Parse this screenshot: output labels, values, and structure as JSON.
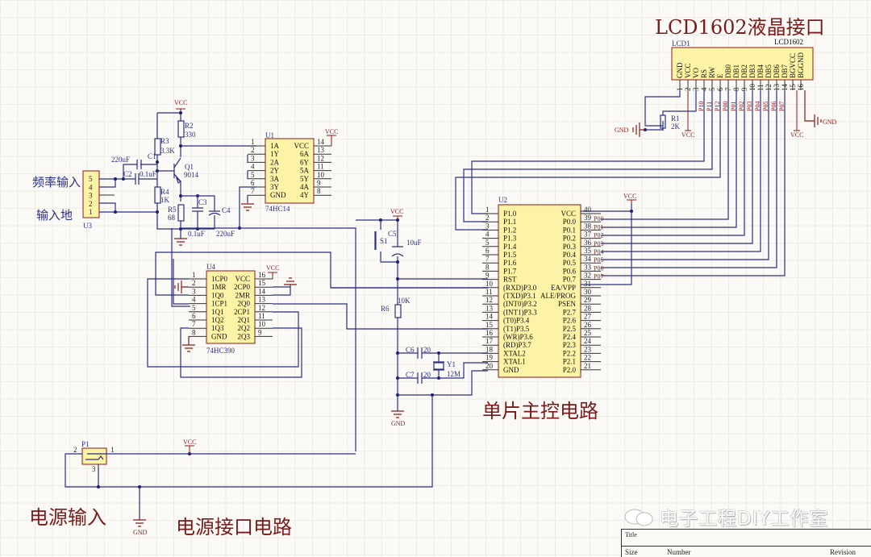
{
  "labels": {
    "lcd_title": "LCD1602液晶接口",
    "mcu_title": "单片主控电路",
    "power_input": "电源输入",
    "power_circuit": "电源接口电路",
    "freq_input": "频率输入",
    "input_ground": "输入地",
    "watermark": "电子工程DIY工作室"
  },
  "power": {
    "vcc": "VCC",
    "gnd": "GND"
  },
  "lcd": {
    "designator": "LCD1",
    "comment": "LCD1602",
    "pins": [
      {
        "num": "1",
        "name": "GND"
      },
      {
        "num": "2",
        "name": "VCC"
      },
      {
        "num": "3",
        "name": "VO"
      },
      {
        "num": "4",
        "name": "RS"
      },
      {
        "num": "5",
        "name": "RW"
      },
      {
        "num": "6",
        "name": "E"
      },
      {
        "num": "7",
        "name": "DB0"
      },
      {
        "num": "8",
        "name": "DB1"
      },
      {
        "num": "9",
        "name": "DB2"
      },
      {
        "num": "10",
        "name": "DB3"
      },
      {
        "num": "11",
        "name": "DB4"
      },
      {
        "num": "12",
        "name": "DB5"
      },
      {
        "num": "13",
        "name": "DB6"
      },
      {
        "num": "14",
        "name": "DB7"
      },
      {
        "num": "15",
        "name": "BGVCC"
      },
      {
        "num": "16",
        "name": "BGGND"
      }
    ],
    "nets": [
      "P10",
      "P11",
      "P12",
      "P00",
      "P01",
      "P02",
      "P03",
      "P04",
      "P05",
      "P06",
      "P07"
    ],
    "r1": {
      "designator": "R1",
      "value": "2K"
    }
  },
  "u1": {
    "designator": "U1",
    "part": "74HC14",
    "left": [
      {
        "num": "1",
        "name": "1A"
      },
      {
        "num": "2",
        "name": "1Y"
      },
      {
        "num": "3",
        "name": "2A"
      },
      {
        "num": "4",
        "name": "2Y"
      },
      {
        "num": "5",
        "name": "3A"
      },
      {
        "num": "6",
        "name": "3Y"
      },
      {
        "num": "7",
        "name": "GND"
      }
    ],
    "right": [
      {
        "num": "14",
        "name": "VCC"
      },
      {
        "num": "13",
        "name": "6A"
      },
      {
        "num": "12",
        "name": "6Y"
      },
      {
        "num": "11",
        "name": "5A"
      },
      {
        "num": "10",
        "name": "5Y"
      },
      {
        "num": "9",
        "name": "4A"
      },
      {
        "num": "8",
        "name": "4Y"
      }
    ]
  },
  "u4": {
    "designator": "U4",
    "part": "74HC390",
    "left": [
      {
        "num": "1",
        "name": "1CP0"
      },
      {
        "num": "2",
        "name": "1MR"
      },
      {
        "num": "3",
        "name": "1Q0"
      },
      {
        "num": "4",
        "name": "1CP1"
      },
      {
        "num": "5",
        "name": "1Q1"
      },
      {
        "num": "6",
        "name": "1Q2"
      },
      {
        "num": "7",
        "name": "1Q3"
      },
      {
        "num": "8",
        "name": "GND"
      }
    ],
    "right": [
      {
        "num": "16",
        "name": "VCC"
      },
      {
        "num": "15",
        "name": "2CP0"
      },
      {
        "num": "14",
        "name": "2MR"
      },
      {
        "num": "13",
        "name": "2Q0"
      },
      {
        "num": "12",
        "name": "2CP1"
      },
      {
        "num": "11",
        "name": "2Q1"
      },
      {
        "num": "10",
        "name": "2Q2"
      },
      {
        "num": "9",
        "name": "2Q3"
      }
    ]
  },
  "u2": {
    "designator": "U2",
    "left": [
      {
        "num": "1",
        "name": "P1.0"
      },
      {
        "num": "2",
        "name": "P1.1"
      },
      {
        "num": "3",
        "name": "P1.2"
      },
      {
        "num": "4",
        "name": "P1.3"
      },
      {
        "num": "5",
        "name": "P1.4"
      },
      {
        "num": "6",
        "name": "P1.5"
      },
      {
        "num": "7",
        "name": "P1.6"
      },
      {
        "num": "8",
        "name": "P1.7"
      },
      {
        "num": "9",
        "name": "RST"
      },
      {
        "num": "10",
        "name": "(RXD)P3.0"
      },
      {
        "num": "11",
        "name": "(TXD)P3.1"
      },
      {
        "num": "12",
        "name": "(INT0)P3.2"
      },
      {
        "num": "13",
        "name": "(INT1)P3.3"
      },
      {
        "num": "14",
        "name": "(T0)P3.4"
      },
      {
        "num": "15",
        "name": "(T1)P3.5"
      },
      {
        "num": "16",
        "name": "(WR)P3.6"
      },
      {
        "num": "17",
        "name": "(RD)P3.7"
      },
      {
        "num": "18",
        "name": "XTAL2"
      },
      {
        "num": "19",
        "name": "XTAL1"
      },
      {
        "num": "20",
        "name": "GND"
      }
    ],
    "right": [
      {
        "num": "40",
        "name": "VCC",
        "net": ""
      },
      {
        "num": "39",
        "name": "P0.0",
        "net": "P00"
      },
      {
        "num": "38",
        "name": "P0.1",
        "net": "P01"
      },
      {
        "num": "37",
        "name": "P0.2",
        "net": "P02"
      },
      {
        "num": "36",
        "name": "P0.3",
        "net": "P03"
      },
      {
        "num": "35",
        "name": "P0.4",
        "net": "P04"
      },
      {
        "num": "34",
        "name": "P0.5",
        "net": "P05"
      },
      {
        "num": "33",
        "name": "P0.6",
        "net": "P06"
      },
      {
        "num": "32",
        "name": "P0.7",
        "net": "P07"
      },
      {
        "num": "31",
        "name": "EA/VPP",
        "net": ""
      },
      {
        "num": "30",
        "name": "ALE/PROG",
        "net": ""
      },
      {
        "num": "29",
        "name": "PSEN",
        "net": ""
      },
      {
        "num": "28",
        "name": "P2.7",
        "net": ""
      },
      {
        "num": "27",
        "name": "P2.6",
        "net": ""
      },
      {
        "num": "26",
        "name": "P2.5",
        "net": ""
      },
      {
        "num": "25",
        "name": "P2.4",
        "net": ""
      },
      {
        "num": "24",
        "name": "P2.3",
        "net": ""
      },
      {
        "num": "23",
        "name": "P2.2",
        "net": ""
      },
      {
        "num": "22",
        "name": "P2.1",
        "net": ""
      },
      {
        "num": "21",
        "name": "P2.0",
        "net": ""
      }
    ]
  },
  "u3": {
    "designator": "U3",
    "pins": [
      "5",
      "4",
      "3",
      "2",
      "1"
    ]
  },
  "components": {
    "r2": {
      "designator": "R2",
      "value": "330"
    },
    "r3": {
      "designator": "R3",
      "value": "3.3K"
    },
    "r4": {
      "designator": "R4",
      "value": "1K"
    },
    "r5": {
      "designator": "R5",
      "value": "68"
    },
    "r6": {
      "designator": "R6",
      "value": "10K"
    },
    "c1": {
      "designator": "C1",
      "value": "220uF"
    },
    "c2": {
      "designator": "C2",
      "value": "0.1uF"
    },
    "c3": {
      "designator": "C3",
      "value": "0.1uF"
    },
    "c4": {
      "designator": "C4",
      "value": "220uF"
    },
    "c5": {
      "designator": "C5",
      "value": "10uF"
    },
    "c6": {
      "designator": "C6",
      "value": "20"
    },
    "c7": {
      "designator": "C7",
      "value": "20"
    },
    "q1": {
      "designator": "Q1",
      "value": "9014"
    },
    "y1": {
      "designator": "Y1",
      "value": "12M"
    },
    "s1": {
      "designator": "S1"
    },
    "p1": {
      "designator": "P1",
      "pins": [
        "1",
        "2",
        "3"
      ]
    }
  },
  "title_block": {
    "title": "Title",
    "size": "Size",
    "number": "Number",
    "revision": "Revision"
  }
}
